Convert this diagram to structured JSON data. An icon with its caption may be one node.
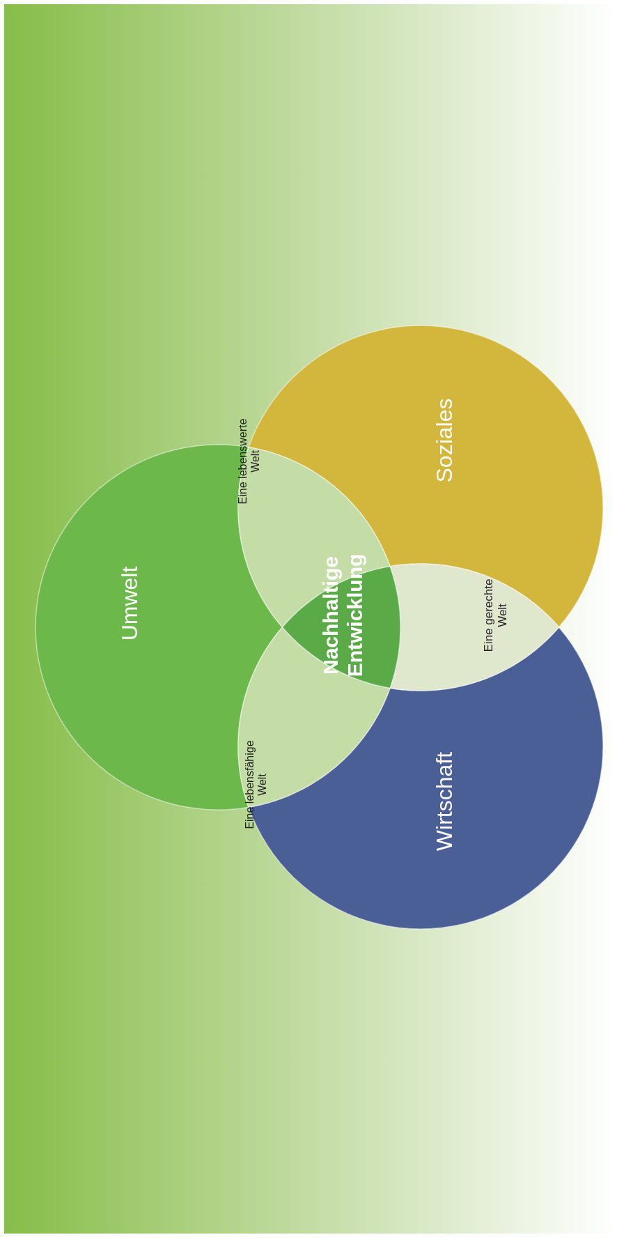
{
  "diagram": {
    "nodes": [
      {
        "text": [
          "Umwelt"
        ]
      },
      {
        "text": [
          "Soziales"
        ]
      },
      {
        "text": [
          "Wirtschaft"
        ]
      },
      {
        "text": [
          "Eine lebenswerte Welt"
        ]
      },
      {
        "text": [
          "Eine lebensfähige Welt"
        ]
      },
      {
        "text": [
          "Eine gerechte Welt"
        ]
      },
      {
        "text": [
          "Nachhaltige Entwicklung"
        ]
      }
    ],
    "edges": []
  }
}
